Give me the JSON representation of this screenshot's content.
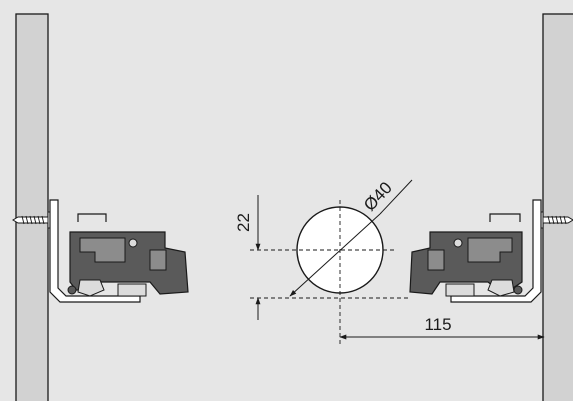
{
  "dimensions": {
    "vertical_offset": "22",
    "hole_diameter": "Ø40",
    "horizontal_offset": "115"
  },
  "colors": {
    "background": "#e6e6e6",
    "panel": "#d2d2d2",
    "line": "#1a1a1a",
    "bracket_dark": "#5a5a5a",
    "bracket_mid": "#8c8c8c"
  }
}
